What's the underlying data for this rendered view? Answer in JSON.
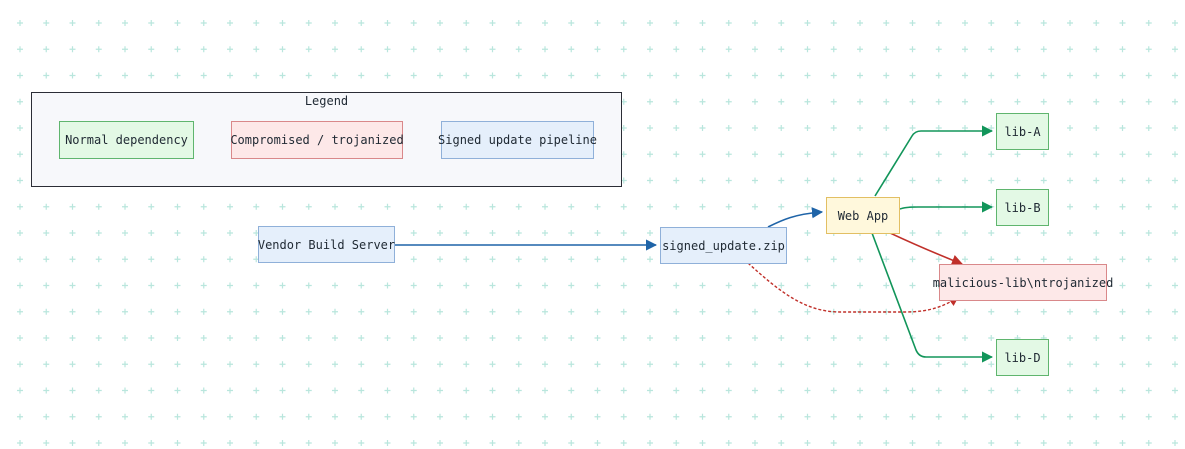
{
  "legend": {
    "title": "Legend",
    "items": [
      {
        "label": "Normal dependency",
        "kind": "green"
      },
      {
        "label": "Compromised / trojanized",
        "kind": "red"
      },
      {
        "label": "Signed update pipeline",
        "kind": "blue"
      }
    ]
  },
  "nodes": {
    "vendor": "Vendor Build Server",
    "update": "signed_update.zip",
    "webapp": "Web App",
    "liba": "lib-A",
    "libb": "lib-B",
    "malicious": "malicious-lib\\ntrojanized",
    "libd": "lib-D"
  },
  "colors": {
    "green_edge": "#12955a",
    "blue_edge": "#1f64a8",
    "red_edge": "#c0302a",
    "grid": "#b9e6dd"
  }
}
